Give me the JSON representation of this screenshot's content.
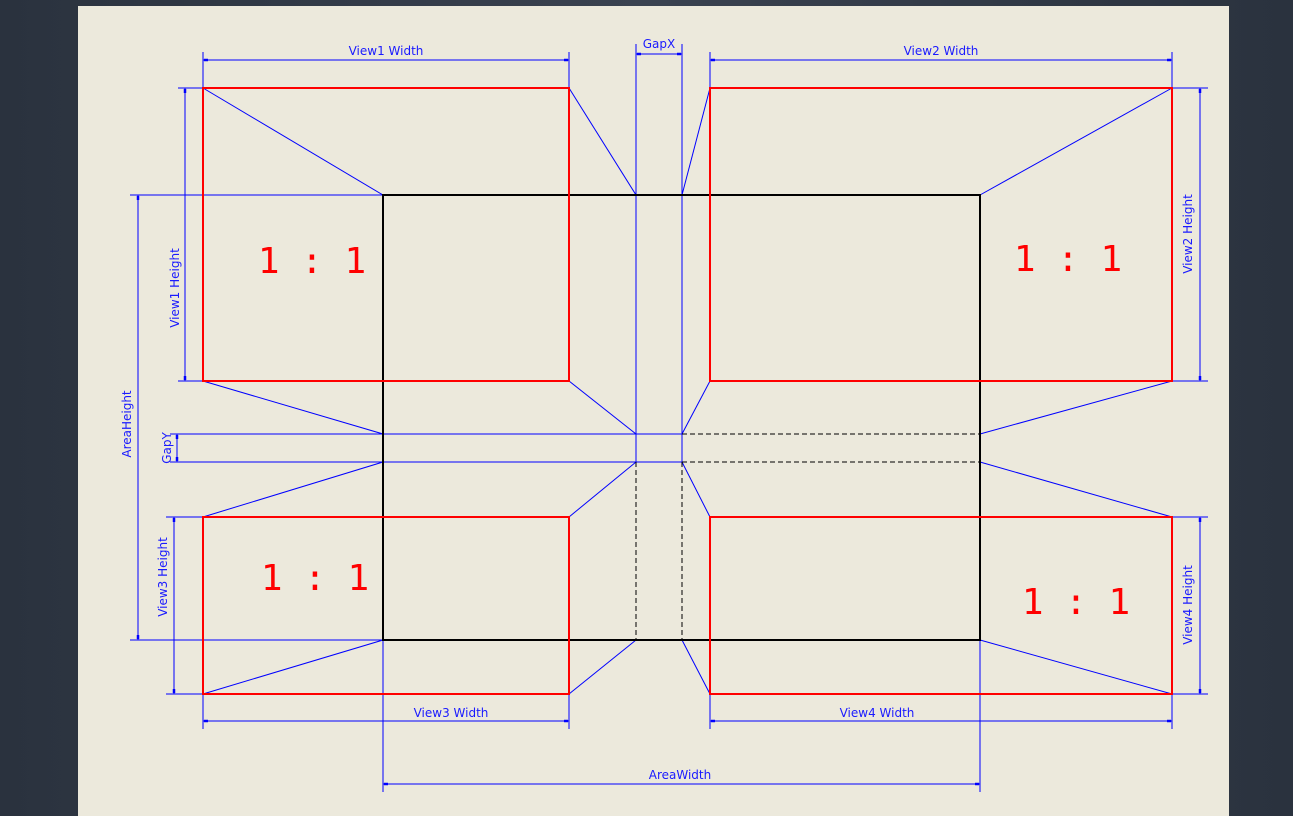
{
  "colors": {
    "view_outline": "#ff0000",
    "area_outline": "#000000",
    "dimension": "#0000ff",
    "sheet": "#ece9dc"
  },
  "dimensions": {
    "view1_width": "View1 Width",
    "gap_x": "GapX",
    "view2_width": "View2 Width",
    "view1_height": "View1 Height",
    "area_height": "AreaHeight",
    "gap_y": "GapY",
    "view3_height": "View3 Height",
    "view2_height": "View2 Height",
    "view4_height": "View4 Height",
    "view3_width": "View3 Width",
    "view4_width": "View4 Width",
    "area_width": "AreaWidth"
  },
  "views": [
    {
      "scale": "1 : 1"
    },
    {
      "scale": "1 : 1"
    },
    {
      "scale": "1 : 1"
    },
    {
      "scale": "1 : 1"
    }
  ]
}
